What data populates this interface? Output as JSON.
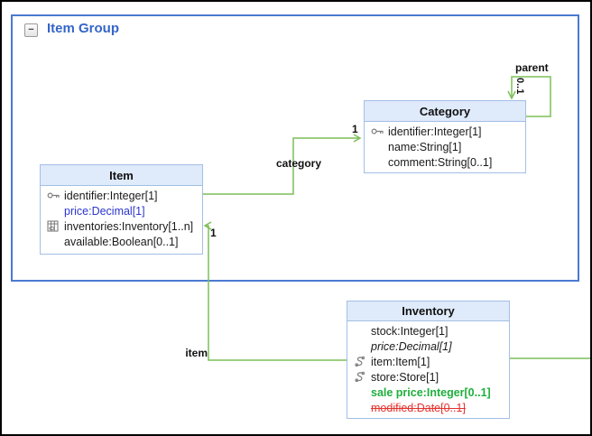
{
  "group": {
    "title": "Item Group",
    "collapse_label": "−",
    "collapse_icon": "minus-icon"
  },
  "classes": {
    "item": {
      "name": "Item",
      "attrs": [
        {
          "icon": "key-icon",
          "text": "identifier:Integer[1]",
          "style": "default"
        },
        {
          "icon": null,
          "text": "price:Decimal[1]",
          "style": "blue"
        },
        {
          "icon": "table-icon",
          "text": "inventories:Inventory[1..n]",
          "style": "default"
        },
        {
          "icon": null,
          "text": "available:Boolean[0..1]",
          "style": "default"
        }
      ]
    },
    "category": {
      "name": "Category",
      "attrs": [
        {
          "icon": "key-icon",
          "text": "identifier:Integer[1]",
          "style": "default"
        },
        {
          "icon": null,
          "text": "name:String[1]",
          "style": "default"
        },
        {
          "icon": null,
          "text": "comment:String[0..1]",
          "style": "default"
        }
      ]
    },
    "inventory": {
      "name": "Inventory",
      "attrs": [
        {
          "icon": null,
          "text": "stock:Integer[1]",
          "style": "default"
        },
        {
          "icon": null,
          "text": "price:Decimal[1]",
          "style": "italic"
        },
        {
          "icon": "reference-icon",
          "text": "item:Item[1]",
          "style": "default"
        },
        {
          "icon": "reference-icon",
          "text": "store:Store[1]",
          "style": "default"
        },
        {
          "icon": null,
          "text": "sale price:Integer[0..1]",
          "style": "added-green-bold"
        },
        {
          "icon": null,
          "text": "modified:Date[0..1]",
          "style": "removed-red-strikethrough"
        }
      ]
    }
  },
  "edges": {
    "category": {
      "label": "category",
      "target_multiplicity": "1"
    },
    "item": {
      "label": "item",
      "target_multiplicity": "1"
    },
    "parent": {
      "label": "parent",
      "target_multiplicity": "0..1"
    },
    "store": {
      "label": "",
      "note": "line exits right edge of canvas"
    }
  },
  "colors": {
    "edge_green": "#7cbf58",
    "group_border_blue": "#4b79d2",
    "box_border_blue": "#a3bfe6",
    "header_fill_blue": "#dfeafa",
    "title_blue": "#3465c8",
    "attribute_blue": "#2b35cc",
    "added_green": "#1faf3c",
    "removed_red": "#e5322e"
  }
}
